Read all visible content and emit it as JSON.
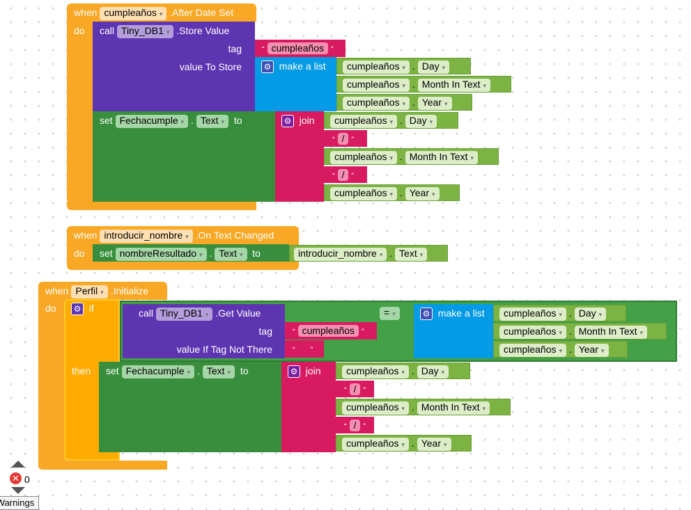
{
  "kw": {
    "when": "when",
    "do": "do",
    "call": "call",
    "set": "set",
    "to": "to",
    "if": "if",
    "then": "then",
    "join": "join",
    "make_list": "make a list",
    "tag": "tag",
    "value_to_store": "value To Store",
    "value_if_not": "value If Tag Not There",
    "dot": ".",
    "eq": "=",
    "lq": "“",
    "rq": "”",
    "arrow": "▾"
  },
  "block1": {
    "component": "cumpleaños",
    "event": ".After Date Set",
    "db": "Tiny_DB1",
    "method": ".Store Value",
    "tag_text": "cumpleaños",
    "list": [
      {
        "c": "cumpleaños",
        "p": "Day"
      },
      {
        "c": "cumpleaños",
        "p": "Month In Text"
      },
      {
        "c": "cumpleaños",
        "p": "Year"
      }
    ],
    "set_comp": "Fechacumple",
    "set_prop": "Text",
    "join": [
      {
        "c": "cumpleaños",
        "p": "Day"
      },
      {
        "s": "/"
      },
      {
        "c": "cumpleaños",
        "p": "Month In Text"
      },
      {
        "s": "/"
      },
      {
        "c": "cumpleaños",
        "p": "Year"
      }
    ]
  },
  "block2": {
    "component": "introducir_nombre",
    "event": ".On Text Changed",
    "set_comp": "nombreResultado",
    "set_prop": "Text",
    "get_comp": "introducir_nombre",
    "get_prop": "Text"
  },
  "block3": {
    "component": "Perfil",
    "event": ".Initialize",
    "db": "Tiny_DB1",
    "method": ".Get Value",
    "tag_text": "cumpleaños",
    "empty_text": "",
    "list": [
      {
        "c": "cumpleaños",
        "p": "Day"
      },
      {
        "c": "cumpleaños",
        "p": "Month In Text"
      },
      {
        "c": "cumpleaños",
        "p": "Year"
      }
    ],
    "set_comp": "Fechacumple",
    "set_prop": "Text",
    "join": [
      {
        "c": "cumpleaños",
        "p": "Day"
      },
      {
        "s": "/"
      },
      {
        "c": "cumpleaños",
        "p": "Month In Text"
      },
      {
        "s": "/"
      },
      {
        "c": "cumpleaños",
        "p": "Year"
      }
    ]
  },
  "footer": {
    "error_count": "0",
    "warnings": "Warnings"
  }
}
